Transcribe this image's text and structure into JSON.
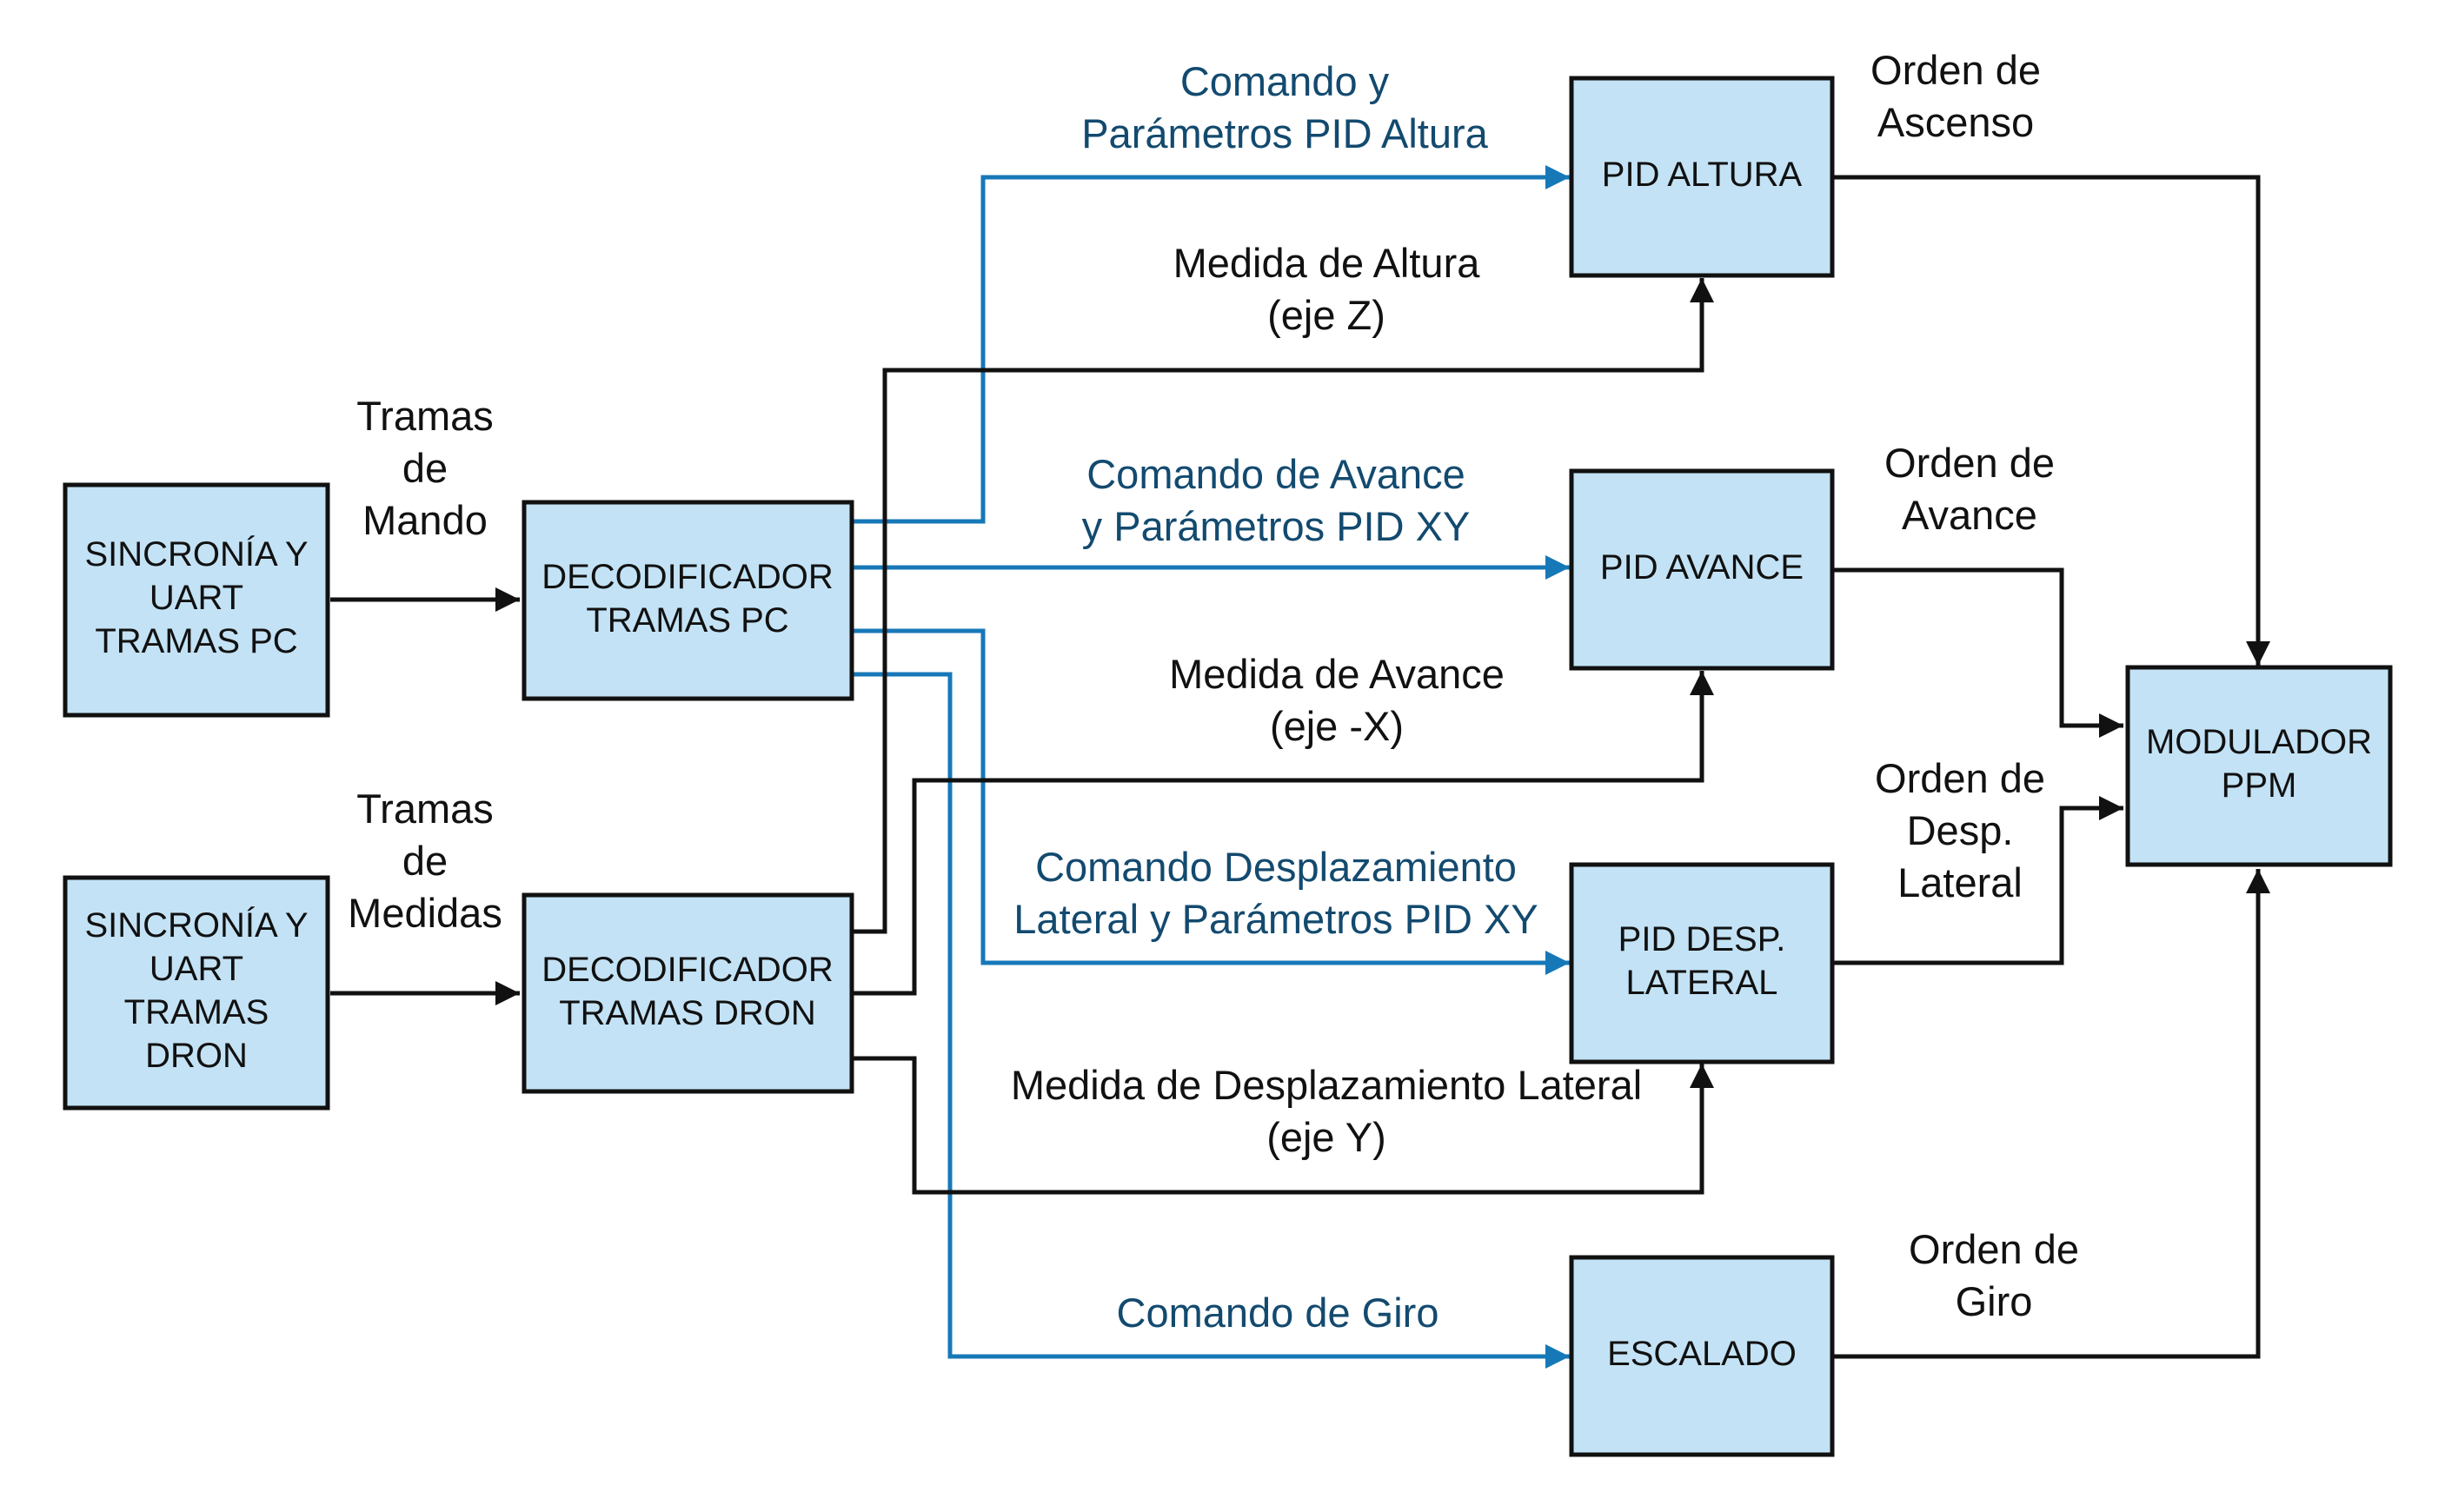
{
  "colors": {
    "box_fill": "#c3e2f5",
    "box_border": "#111111",
    "command_wire": "#1778b8",
    "command_text": "#134a6f",
    "measure_wire": "#111111"
  },
  "blocks": {
    "sync_pc": [
      "SINCRONÍA Y",
      "UART",
      "TRAMAS PC"
    ],
    "sync_dron": [
      "SINCRONÍA Y",
      "UART",
      "TRAMAS",
      "DRON"
    ],
    "decoder_pc": [
      "DECODIFICADOR",
      "TRAMAS PC"
    ],
    "decoder_dron": [
      "DECODIFICADOR",
      "TRAMAS DRON"
    ],
    "pid_altura": [
      "PID ALTURA"
    ],
    "pid_avance": [
      "PID AVANCE"
    ],
    "pid_lateral": [
      "PID DESP.",
      "LATERAL"
    ],
    "escalado": [
      "ESCALADO"
    ],
    "modulador": [
      "MODULADOR",
      "PPM"
    ]
  },
  "labels": {
    "tramas_mando": [
      "Tramas",
      "de",
      "Mando"
    ],
    "tramas_medidas": [
      "Tramas",
      "de",
      "Medidas"
    ],
    "cmd_altura": [
      "Comando y",
      "Parámetros PID Altura"
    ],
    "cmd_avance": [
      "Comando de Avance",
      "y Parámetros PID XY"
    ],
    "cmd_lateral": [
      "Comando Desplazamiento",
      "Lateral y Parámetros PID XY"
    ],
    "cmd_giro": [
      "Comando de Giro"
    ],
    "med_altura": [
      "Medida de Altura",
      "(eje Z)"
    ],
    "med_avance": [
      "Medida de Avance",
      "(eje -X)"
    ],
    "med_lateral": [
      "Medida de Desplazamiento Lateral",
      "(eje Y)"
    ],
    "orden_ascenso": [
      "Orden de",
      "Ascenso"
    ],
    "orden_avance": [
      "Orden de",
      "Avance"
    ],
    "orden_lateral": [
      "Orden de",
      "Desp.",
      "Lateral"
    ],
    "orden_giro": [
      "Orden de",
      "Giro"
    ]
  }
}
